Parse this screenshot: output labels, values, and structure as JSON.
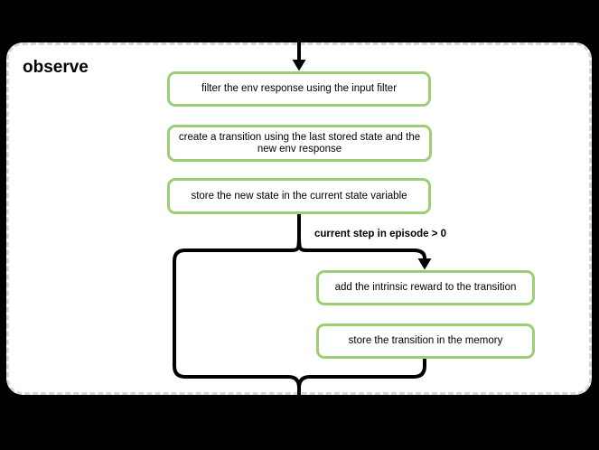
{
  "diagram": {
    "title": "observe",
    "nodes": [
      {
        "id": "filter-env-response",
        "label": "filter the env response using the input filter"
      },
      {
        "id": "create-transition",
        "label": "create a transition using the last stored state and the new env response"
      },
      {
        "id": "store-new-state",
        "label": "store the new state in the current state variable"
      },
      {
        "id": "add-intrinsic-reward",
        "label": "add the intrinsic reward to the transition"
      },
      {
        "id": "store-transition",
        "label": "store the transition in the memory"
      }
    ],
    "condition_label": "current step in episode > 0",
    "colors": {
      "canvas_bg": "#000000",
      "panel_bg": "#ffffff",
      "panel_border": "#d6d6d6",
      "node_border": "#9cce74",
      "node_bg": "#ffffff",
      "edge": "#000000",
      "text": "#000000"
    }
  }
}
